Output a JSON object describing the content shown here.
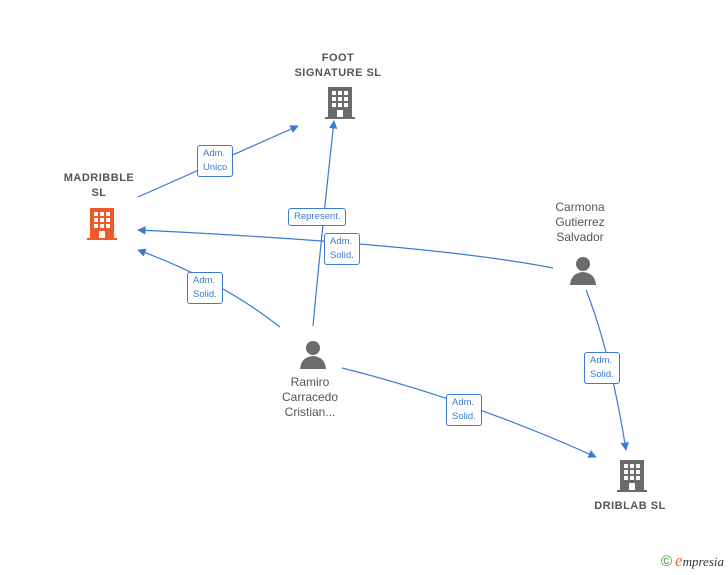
{
  "nodes": {
    "madribble": {
      "label": "MADRIBBLE\nSL",
      "kind": "company"
    },
    "foot_signature": {
      "label": "FOOT\nSIGNATURE  SL",
      "kind": "company"
    },
    "driblab": {
      "label": "DRIBLAB  SL",
      "kind": "company"
    },
    "carmona": {
      "label": "Carmona\nGutierrez\nSalvador",
      "kind": "person"
    },
    "ramiro": {
      "label": "Ramiro\nCarracedo\nCristian...",
      "kind": "person"
    }
  },
  "edges": {
    "madribble_foot": {
      "label": "Adm.\nUnico"
    },
    "ramiro_foot": {
      "label": "Represent."
    },
    "carmona_madribble": {
      "label": "Adm.\nSolid."
    },
    "ramiro_madribble": {
      "label": "Adm.\nSolid."
    },
    "carmona_driblab": {
      "label": "Adm.\nSolid."
    },
    "ramiro_driblab": {
      "label": "Adm.\nSolid."
    }
  },
  "footer": {
    "copyright_symbol": "©",
    "brand_initial": "e",
    "brand_rest": "mpresia"
  },
  "colors": {
    "edge": "#3a7bd5",
    "company_icon": "#6b6b6b",
    "highlight_icon": "#f05a28",
    "person_icon": "#6b6b6b"
  }
}
